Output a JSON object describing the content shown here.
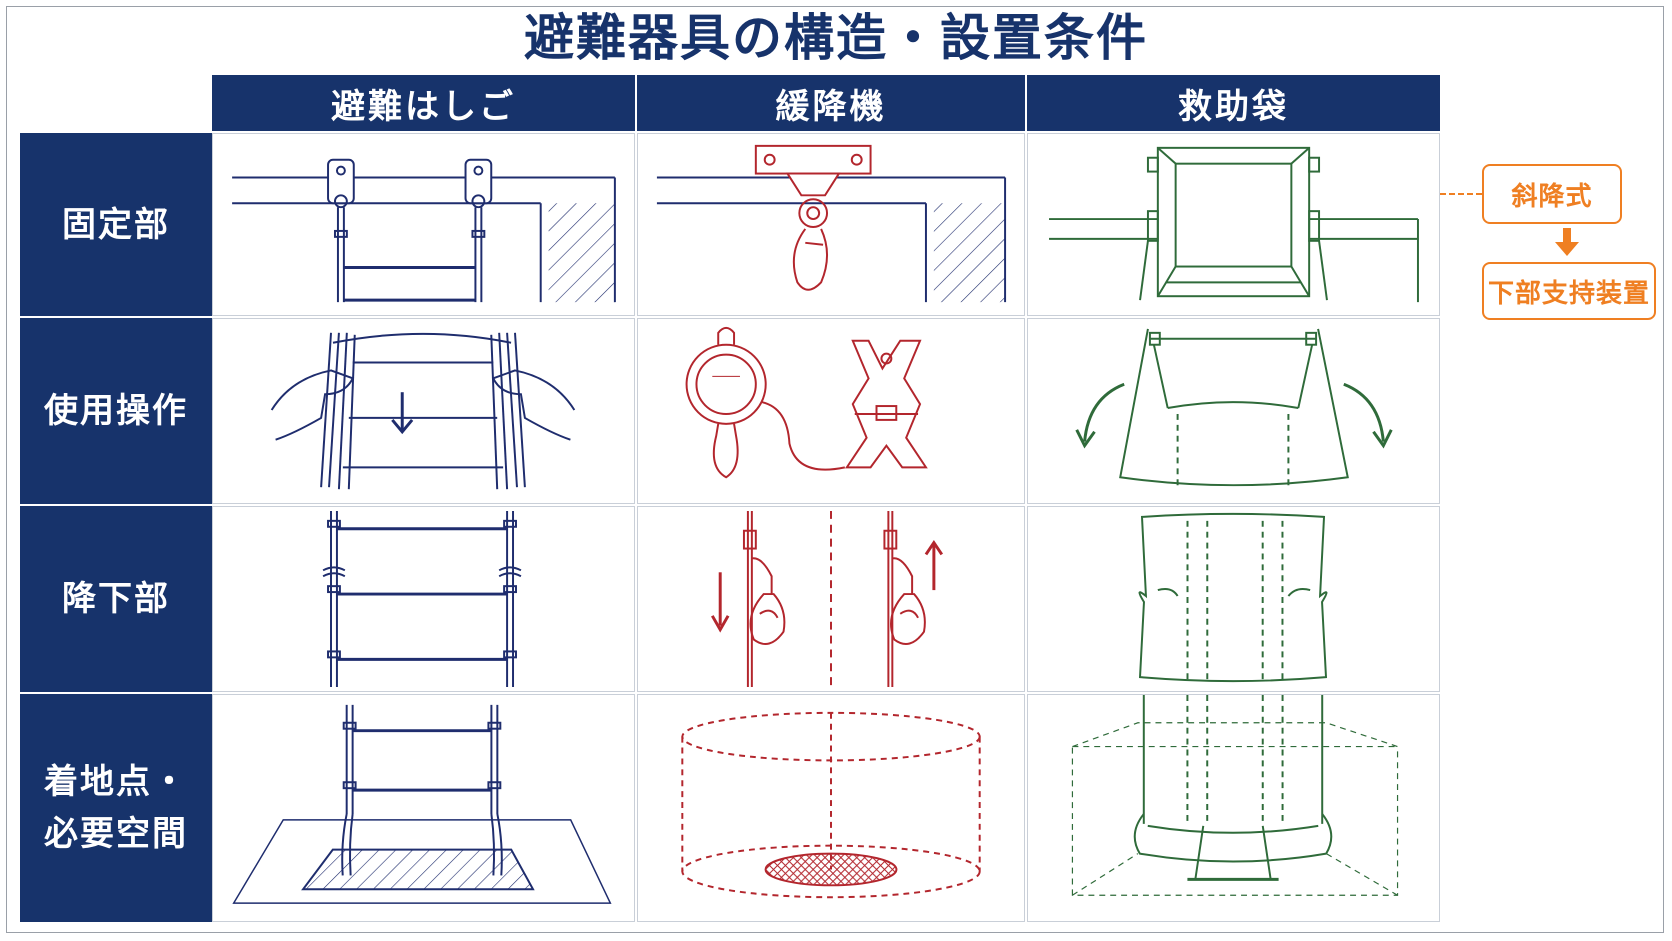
{
  "title": "避難器具の構造・設置条件",
  "columns": [
    "避難はしご",
    "緩降機",
    "救助袋"
  ],
  "rows": [
    {
      "label_lines": [
        "固定部"
      ]
    },
    {
      "label_lines": [
        "使用操作"
      ]
    },
    {
      "label_lines": [
        "降下部"
      ]
    },
    {
      "label_lines": [
        "着地点・",
        "必要空間"
      ]
    }
  ],
  "side_notes": {
    "upper": "斜降式",
    "lower": "下部支持装置"
  },
  "colors": {
    "navy": "#17336b",
    "ladder": "#1f2d6e",
    "descender": "#b3262d",
    "chute": "#2f6b3a",
    "accent": "#ef7f22"
  },
  "icons": {
    "side_arrow": "arrow-down-icon"
  }
}
